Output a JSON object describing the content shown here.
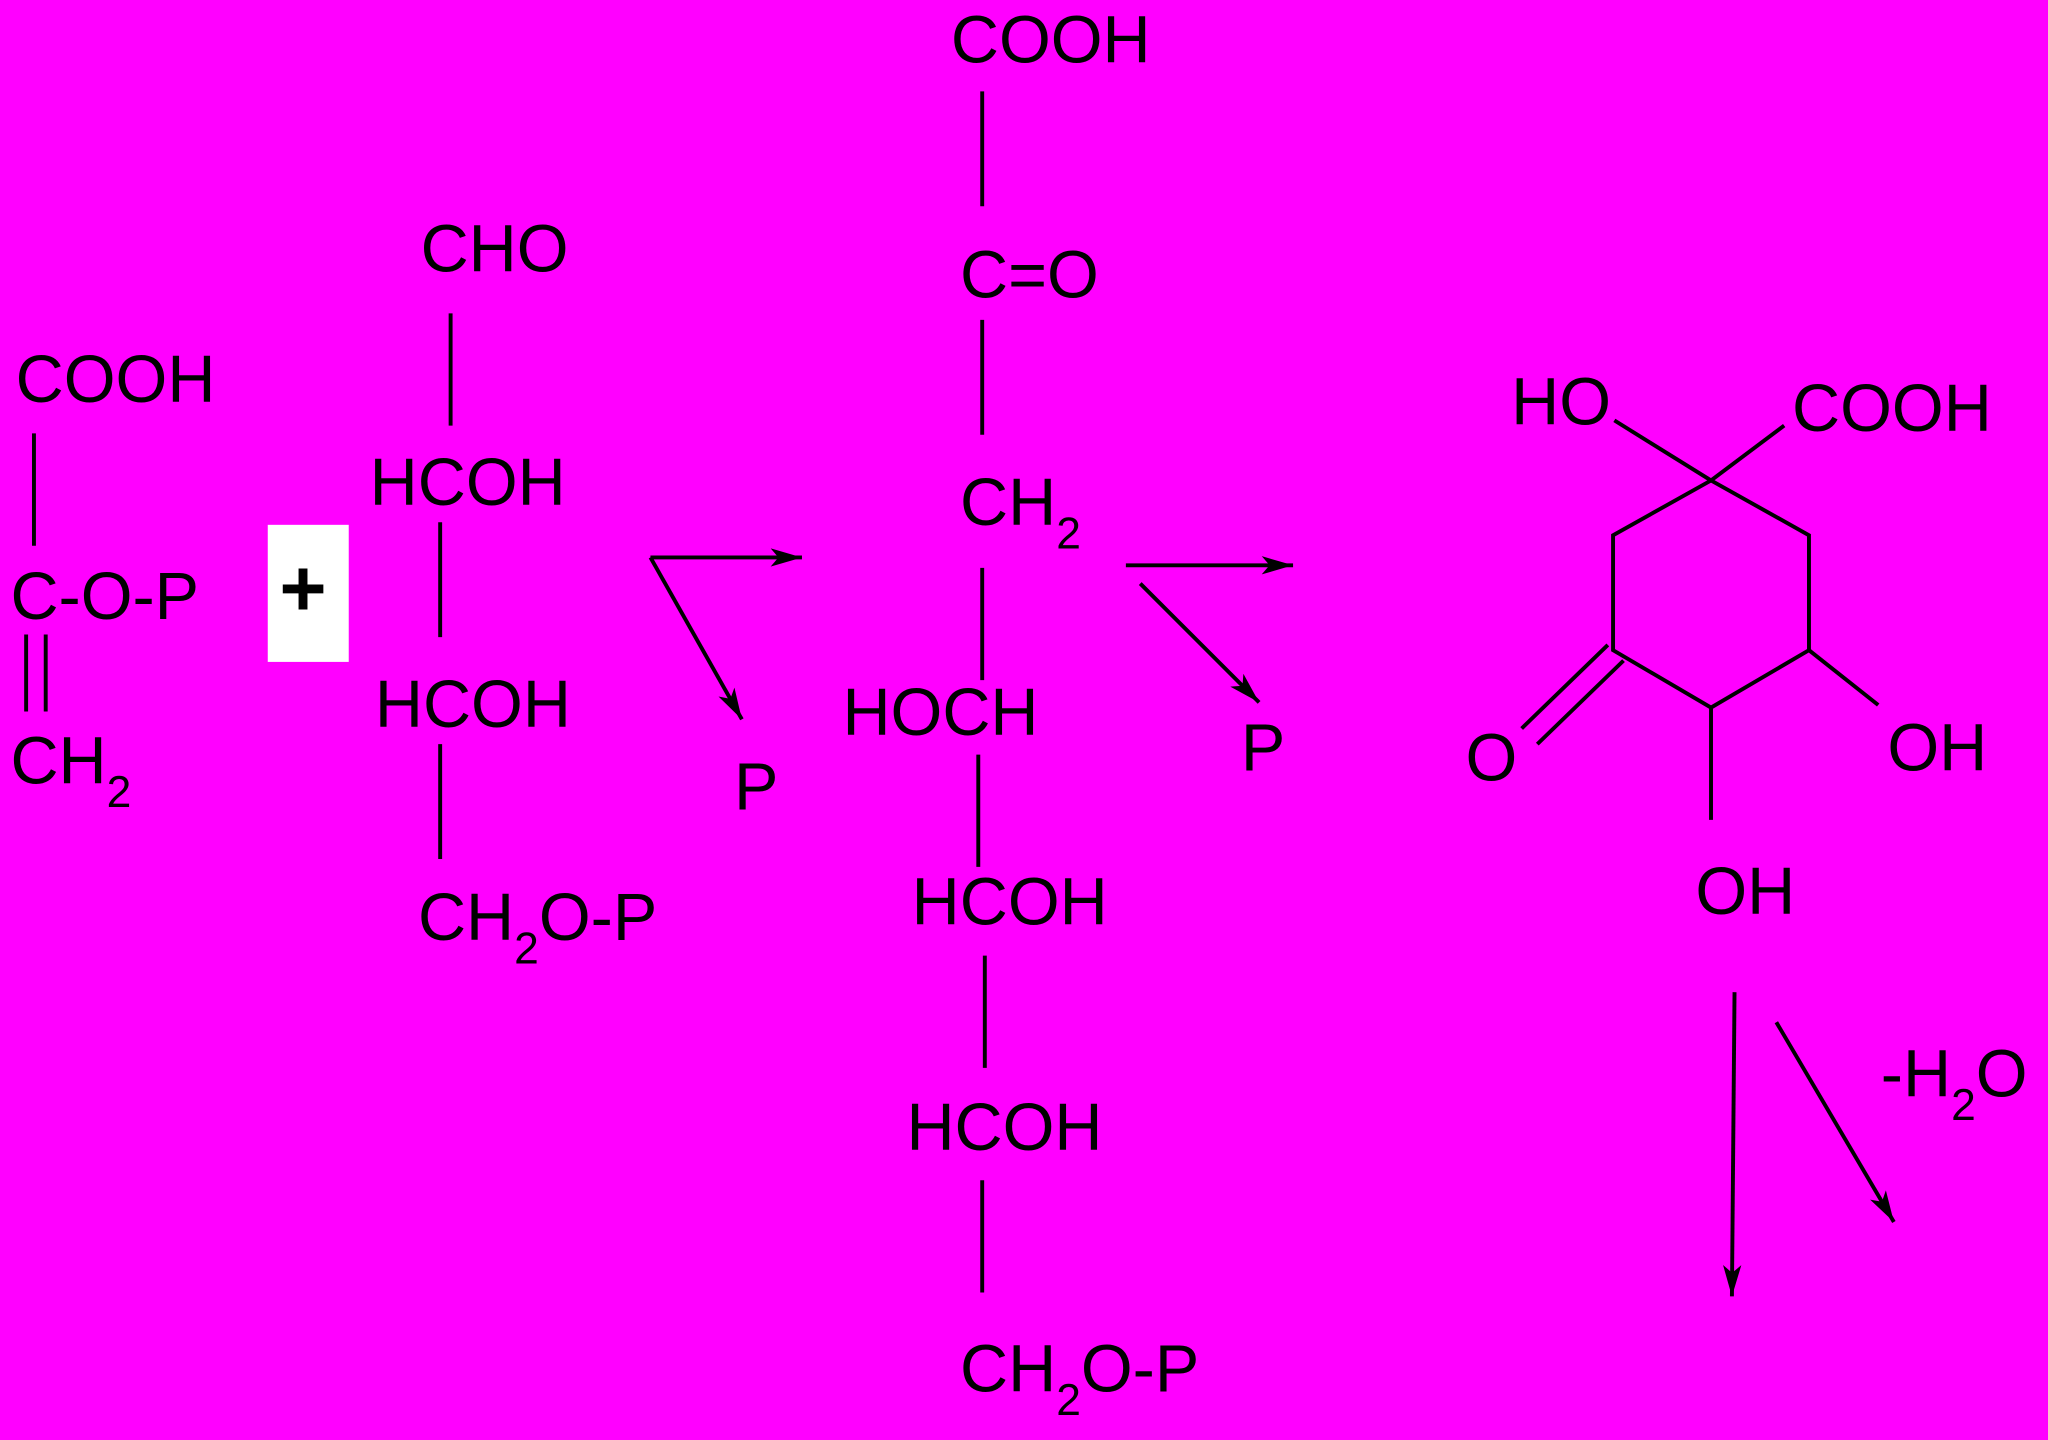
{
  "colors": {
    "background": "#ff00ff",
    "ink": "#000000",
    "plus_box": "#ffffff"
  },
  "pep": {
    "carboxyl": "COOH",
    "enol_phosphate": "C-O-P",
    "methylene": "CH",
    "methylene_sub": "2"
  },
  "plus": "+",
  "e4p": {
    "aldehyde": "CHO",
    "hcoh_1": "HCOH",
    "hcoh_2": "HCOH",
    "ch2_main": "CH",
    "ch2_sub": "2",
    "phosphate": "O-P"
  },
  "step1": {
    "released": "P"
  },
  "dahp": {
    "carboxyl": "COOH",
    "keto": "C=O",
    "methylene": "CH",
    "methylene_sub": "2",
    "hoch": "HOCH",
    "hcoh_1": "HCOH",
    "hcoh_2": "HCOH",
    "ch2_main": "CH",
    "ch2_sub": "2",
    "phosphate": "O-P"
  },
  "step2": {
    "released": "P"
  },
  "dhq": {
    "hydroxyl_top": "HO",
    "carboxyl": "COOH",
    "keto": "O",
    "hydroxyl_right": "OH",
    "hydroxyl_bottom": "OH"
  },
  "step3": {
    "minus_h": "-H",
    "sub": "2",
    "oxygen": "O"
  }
}
